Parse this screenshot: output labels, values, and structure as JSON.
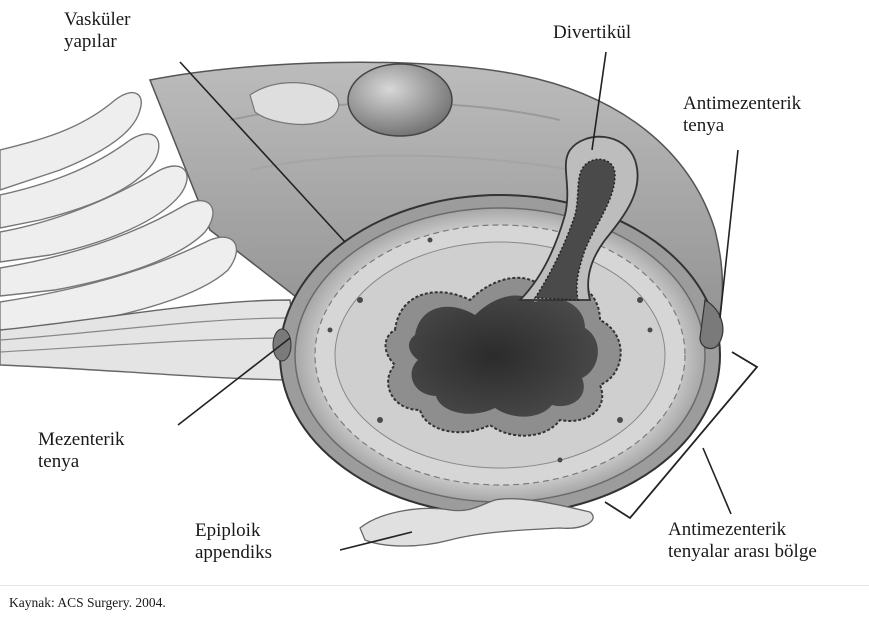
{
  "labels": {
    "vaskuler_1": "Vasküler",
    "vaskuler_2": "yapılar",
    "divertikul": "Divertikül",
    "antimezenterik_1": "Antimezenterik",
    "antimezenterik_2": "tenya",
    "mezenterik_1": "Mezenterik",
    "mezenterik_2": "tenya",
    "epiploik_1": "Epiploik",
    "epiploik_2": "appendiks",
    "arasi_1": "Antimezenterik",
    "arasi_2": "tenyalar arası bölge"
  },
  "caption": "Kaynak: ACS Surgery. 2004."
}
